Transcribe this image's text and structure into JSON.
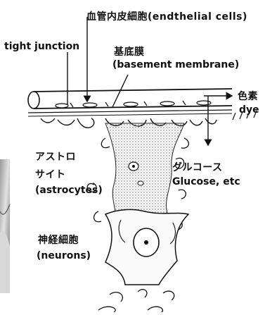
{
  "labels": {
    "endothelial": "血管内皮細胞(endthelial cells)",
    "tight_junction": "tight junction",
    "basement_jp": "基底膜",
    "basement_en": "(basement membrane)",
    "dye_jp": "色素",
    "dye_en": "dye",
    "astro_jp1": "アストロ",
    "astro_jp2": "サイト",
    "astro_en": "(astrocytes)",
    "glucose_jp": "グルコース",
    "glucose_en": "Glucose, etc",
    "neuron_jp": "神経細胞",
    "neuron_en": "(neurons)"
  }
}
